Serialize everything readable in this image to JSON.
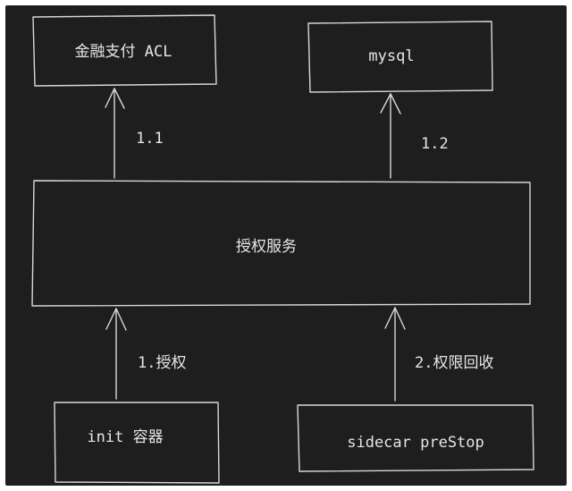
{
  "colors": {
    "background": "#1e1e1e",
    "stroke": "#d8d8d8",
    "text": "#e6e6e6"
  },
  "nodes": {
    "acl": "金融支付 ACL",
    "mysql": "mysql",
    "auth_service": "授权服务",
    "init_container": "init 容器",
    "sidecar": "sidecar preStop"
  },
  "edges": {
    "e11": "1.1",
    "e12": "1.2",
    "e1": "1.授权",
    "e2": "2.权限回收"
  }
}
